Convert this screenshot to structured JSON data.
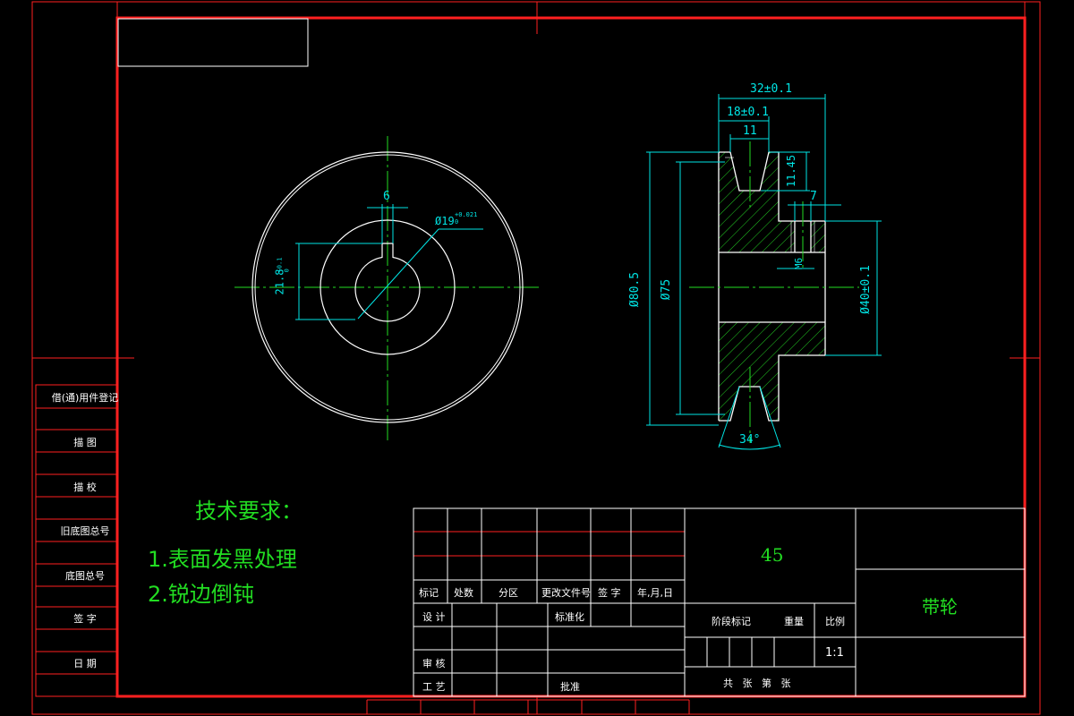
{
  "colors": {
    "background": "#000000",
    "border": "#ff2020",
    "line": "#ffffff",
    "dimension": "#00e5e5",
    "centerline": "#22dd22",
    "text": "#22dd22"
  },
  "side_labels": [
    "借(通)用件登记",
    "描  图",
    "描  校",
    "旧底图总号",
    "底图总号",
    "签  字",
    "日  期"
  ],
  "front_view": {
    "keyway_width": "6",
    "keyway_depth": "21.8",
    "keyway_depth_tol": "+0.1\n0",
    "bore": "Ø19",
    "bore_tol": "+0.021\n0"
  },
  "section_view": {
    "overall_width": "32±0.1",
    "groove_pitch": "18±0.1",
    "groove_top_width": "11",
    "groove_depth": "11.45",
    "hub_screw_offset": "7",
    "thread": "M6",
    "outer_diameter": "Ø80.5",
    "pitch_diameter": "Ø75",
    "hub_diameter": "Ø40±0.1",
    "groove_angle": "34°"
  },
  "tech_requirements": {
    "heading": "技术要求：",
    "items": [
      "1.表面发黑处理",
      "2.锐边倒钝"
    ]
  },
  "title_block": {
    "headers": [
      "标记",
      "处数",
      "分区",
      "更改文件号",
      "签 字",
      "年,月,日"
    ],
    "material": "45",
    "part_name": "带轮",
    "design": "设 计",
    "standardize": "标准化",
    "review": "审 核",
    "process": "工 艺",
    "approve": "批准",
    "stage_mark": "阶段标记",
    "weight": "重量",
    "scale_label": "比例",
    "scale_value": "1:1",
    "sheets": "共   张   第   张"
  }
}
